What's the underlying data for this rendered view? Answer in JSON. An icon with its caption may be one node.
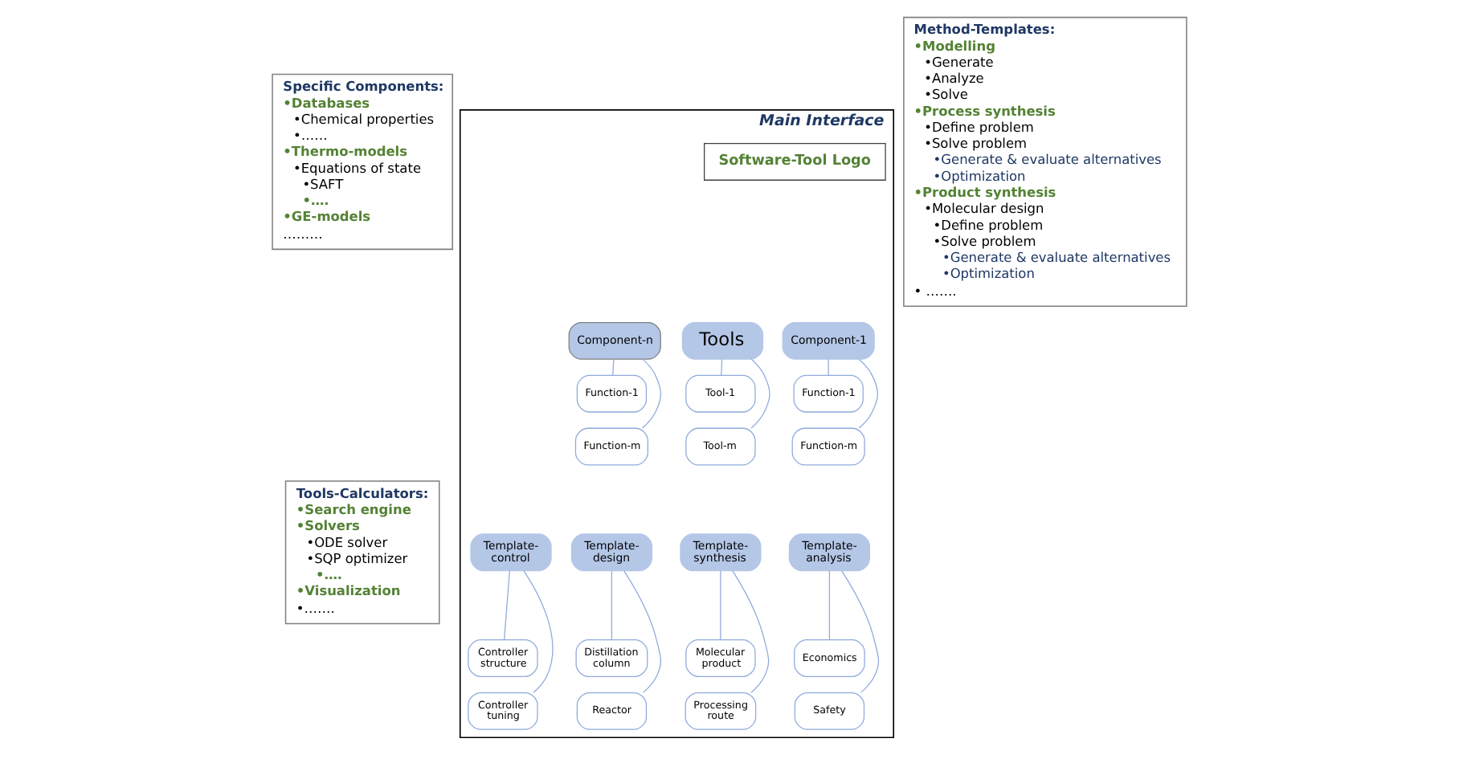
{
  "diagram": {
    "nodes": [
      {
        "text": [
          "Specific Components:",
          "•Databases",
          "•Chemical properties",
          "•……",
          "•Thermo-models",
          "•Equations of state",
          "•SAFT",
          "•….",
          "•GE-models",
          "………"
        ]
      },
      {
        "text": [
          "Tools-Calculators:",
          "•Search engine",
          "•Solvers",
          "•ODE solver",
          "•SQP optimizer",
          "•….",
          "•Visualization",
          "•……."
        ]
      },
      {
        "text": [
          "Main Interface"
        ]
      },
      {
        "text": [
          "Software-Tool Logo"
        ],
        "in": 2
      },
      {
        "text": [
          "Tools"
        ],
        "in": 2
      },
      {
        "text": [
          "Tool-1"
        ],
        "in": 2
      },
      {
        "text": [
          "Tool-m"
        ],
        "in": 2
      },
      {
        "text": [
          "Component-1"
        ],
        "in": 2
      },
      {
        "text": [
          "Function-1"
        ],
        "in": 2
      },
      {
        "text": [
          "Function-m"
        ],
        "in": 2
      },
      {
        "text": [
          "Component-n"
        ],
        "in": 2
      },
      {
        "text": [
          "Function-1"
        ],
        "in": 2
      },
      {
        "text": [
          "Function-m"
        ],
        "in": 2
      },
      {
        "text": [
          "Template- synthesis"
        ],
        "in": 2
      },
      {
        "text": [
          "Molecular product"
        ],
        "in": 2
      },
      {
        "text": [
          "Processing route"
        ],
        "in": 2
      },
      {
        "text": [
          "Template- analysis"
        ],
        "in": 2
      },
      {
        "text": [
          "Economics"
        ],
        "in": 2
      },
      {
        "text": [
          "Safety"
        ],
        "in": 2
      },
      {
        "text": [
          "Template- design"
        ],
        "in": 2
      },
      {
        "text": [
          "Distillation column"
        ],
        "in": 2
      },
      {
        "text": [
          "Reactor"
        ],
        "in": 2
      },
      {
        "text": [
          "Template- control"
        ],
        "in": 2
      },
      {
        "text": [
          "Controller structure"
        ],
        "in": 2
      },
      {
        "text": [
          "Controller tuning"
        ],
        "in": 2
      },
      {
        "text": [
          "Method-Templates:",
          "•Modelling",
          "•Generate",
          "•Analyze",
          "•Solve",
          "•Process synthesis",
          "•Define problem",
          "•Solve problem",
          "•Generate & evaluate alternatives",
          "•Optimization",
          "•Product synthesis",
          "•Molecular design",
          "•Define problem",
          "•Solve problem",
          "•Generate & evaluate alternatives",
          "•Optimization",
          "• ……."
        ]
      }
    ],
    "edges": [
      {
        "from": 4,
        "to": 5,
        "arrow": "none"
      },
      {
        "from": 4,
        "to": 6,
        "arrow": "none"
      },
      {
        "from": 7,
        "to": 8,
        "arrow": "none"
      },
      {
        "from": 7,
        "to": 9,
        "arrow": "none"
      },
      {
        "from": 10,
        "to": 11,
        "arrow": "none"
      },
      {
        "from": 10,
        "to": 12,
        "arrow": "none"
      },
      {
        "from": 13,
        "to": 14,
        "arrow": "none"
      },
      {
        "from": 13,
        "to": 15,
        "arrow": "none"
      },
      {
        "from": 16,
        "to": 17,
        "arrow": "none"
      },
      {
        "from": 16,
        "to": 18,
        "arrow": "none"
      },
      {
        "from": 19,
        "to": 20,
        "arrow": "none"
      },
      {
        "from": 19,
        "to": 21,
        "arrow": "none"
      },
      {
        "from": 22,
        "to": 23,
        "arrow": "none"
      },
      {
        "from": 22,
        "to": 24,
        "arrow": "none"
      }
    ]
  }
}
